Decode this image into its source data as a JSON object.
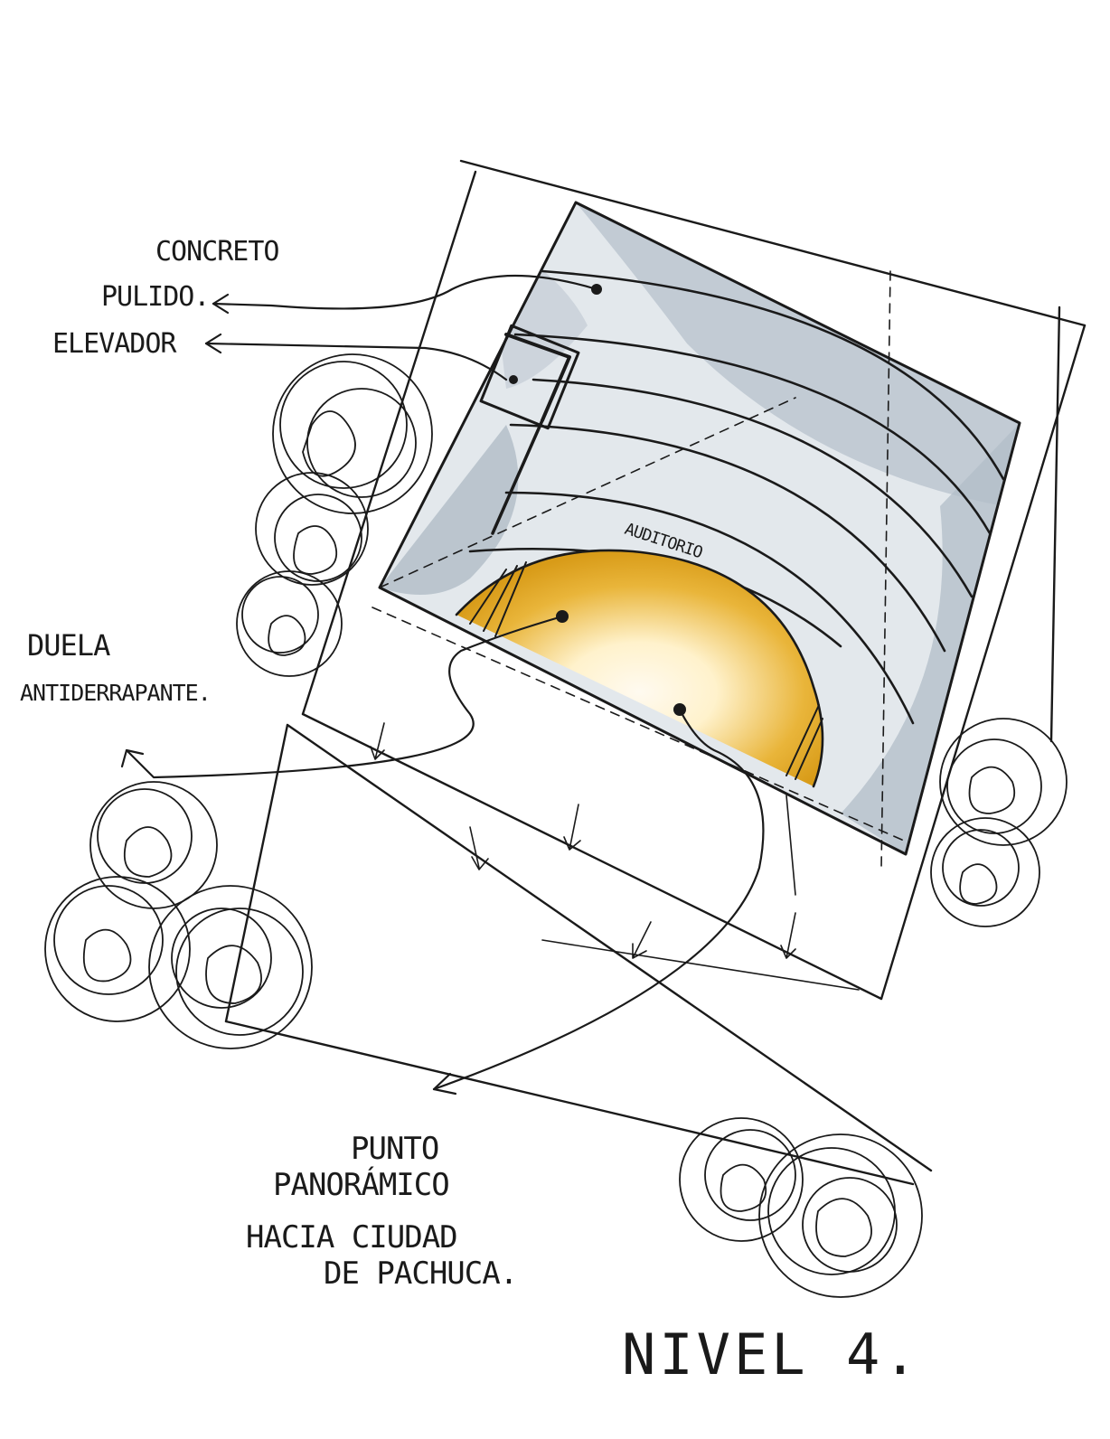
{
  "labels": {
    "concreto_line1": "CONCRETO",
    "concreto_line2": "PULIDO.",
    "elevador": "ELEVADOR",
    "auditorio": "AUDITORIO",
    "duela_line1": "DUELA",
    "duela_line2": "ANTIDERRAPANTE.",
    "punto_line1": "PUNTO",
    "punto_line2": "PANORÁMICO",
    "punto_line3": "HACIA CIUDAD",
    "punto_line4": "DE PACHUCA.",
    "level_title": "NIVEL 4."
  },
  "colors": {
    "ink": "#1a1a1a",
    "concrete_grey": "#b3bec8",
    "concrete_light": "#dfe5ea",
    "stage_yellow": "#e2aa22",
    "stage_highlight": "#fff8e2",
    "paper": "#ffffff"
  },
  "icons": [
    "tree-cluster-icon",
    "leader-arrow-icon",
    "flow-arrow-icon"
  ]
}
